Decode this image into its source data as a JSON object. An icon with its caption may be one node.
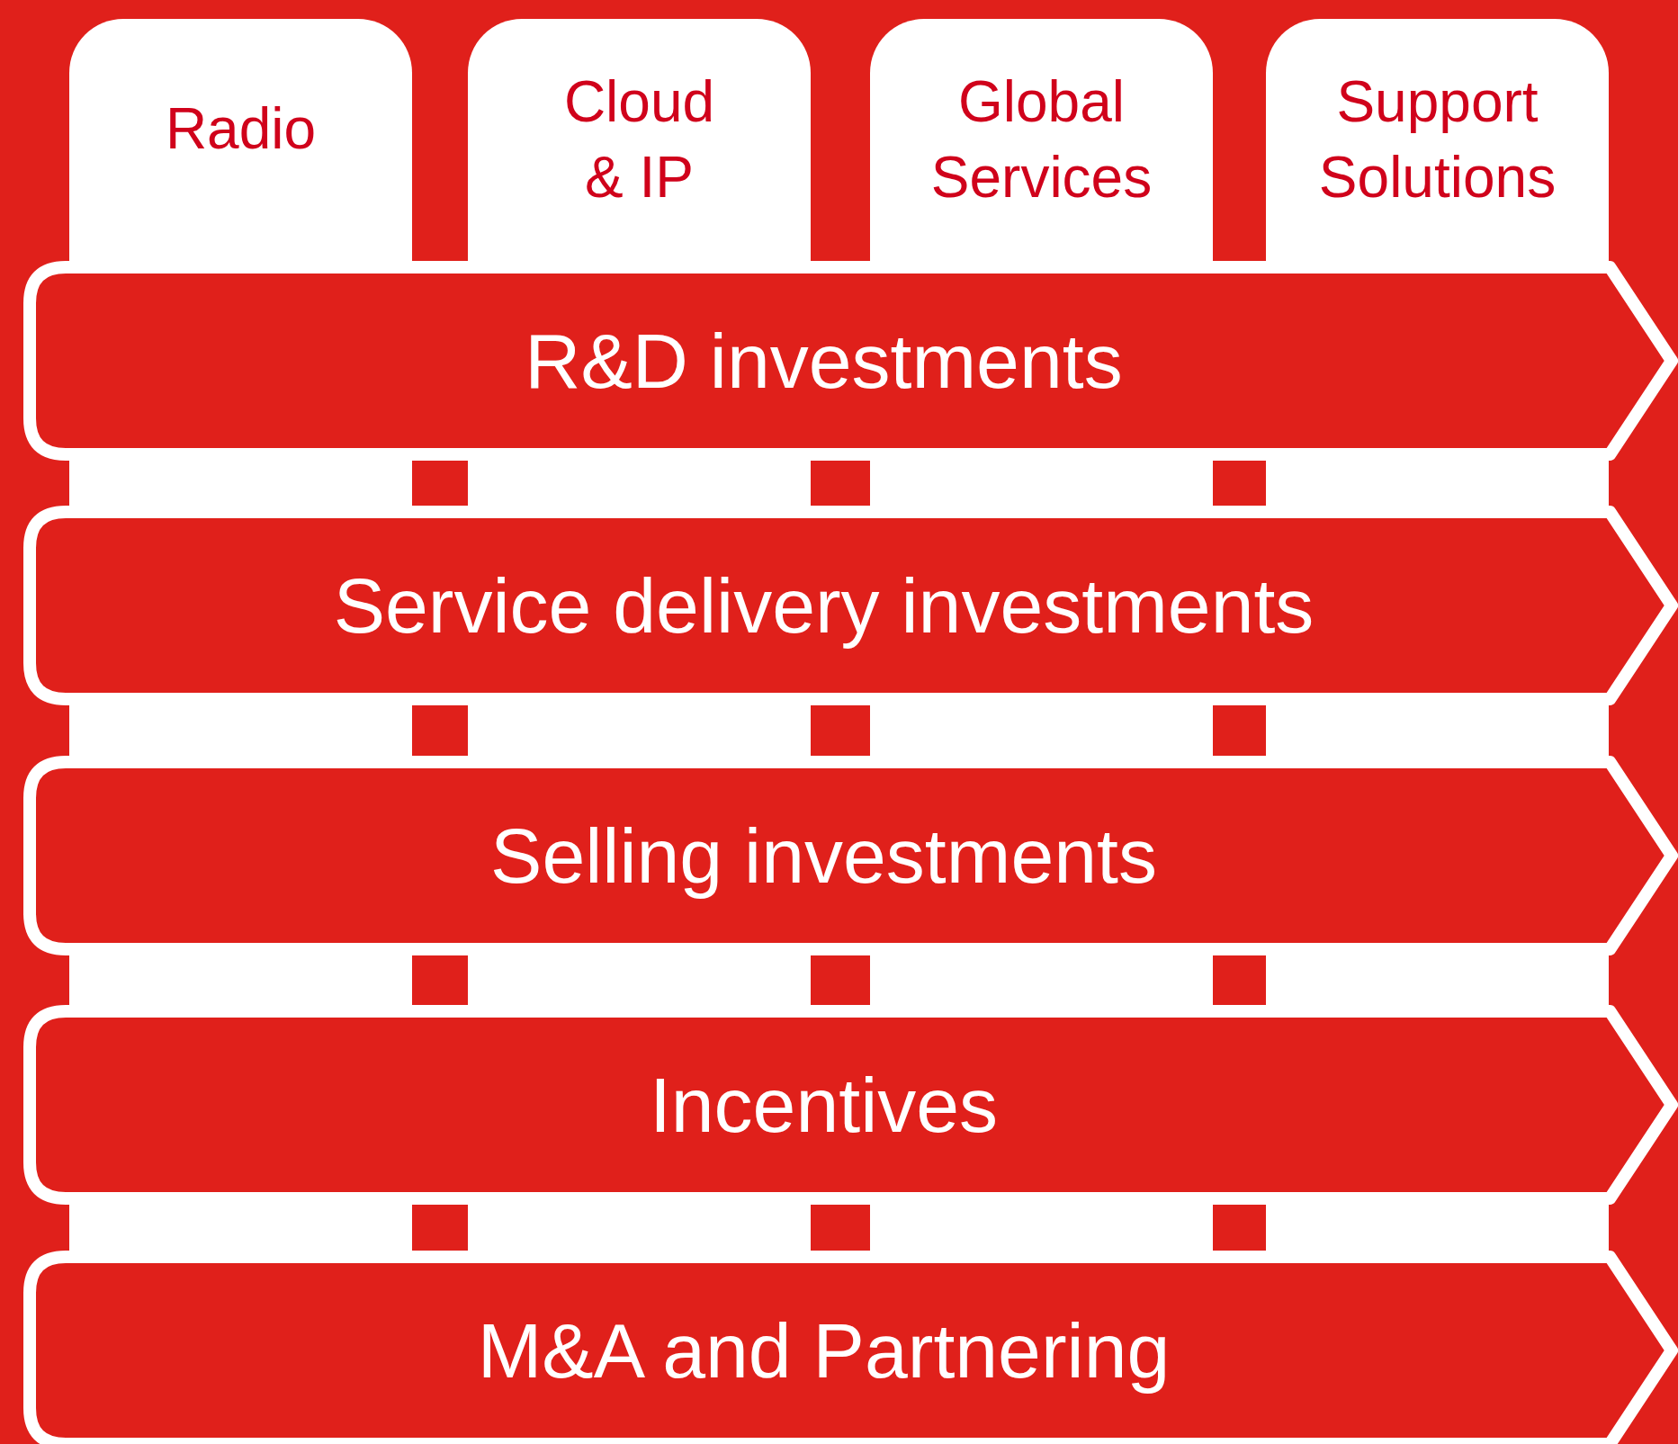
{
  "diagram": {
    "nodes": [
      {
        "text": [
          "Radio"
        ]
      },
      {
        "text": [
          "Cloud & IP"
        ]
      },
      {
        "text": [
          "Global Services"
        ]
      },
      {
        "text": [
          "Support Solutions"
        ]
      },
      {
        "text": [
          "R&D investments"
        ]
      },
      {
        "text": [
          "Service delivery investments"
        ]
      },
      {
        "text": [
          "Selling investments"
        ]
      },
      {
        "text": [
          "Incentives"
        ]
      },
      {
        "text": [
          "M&A and Partnering"
        ]
      }
    ],
    "edges": []
  }
}
